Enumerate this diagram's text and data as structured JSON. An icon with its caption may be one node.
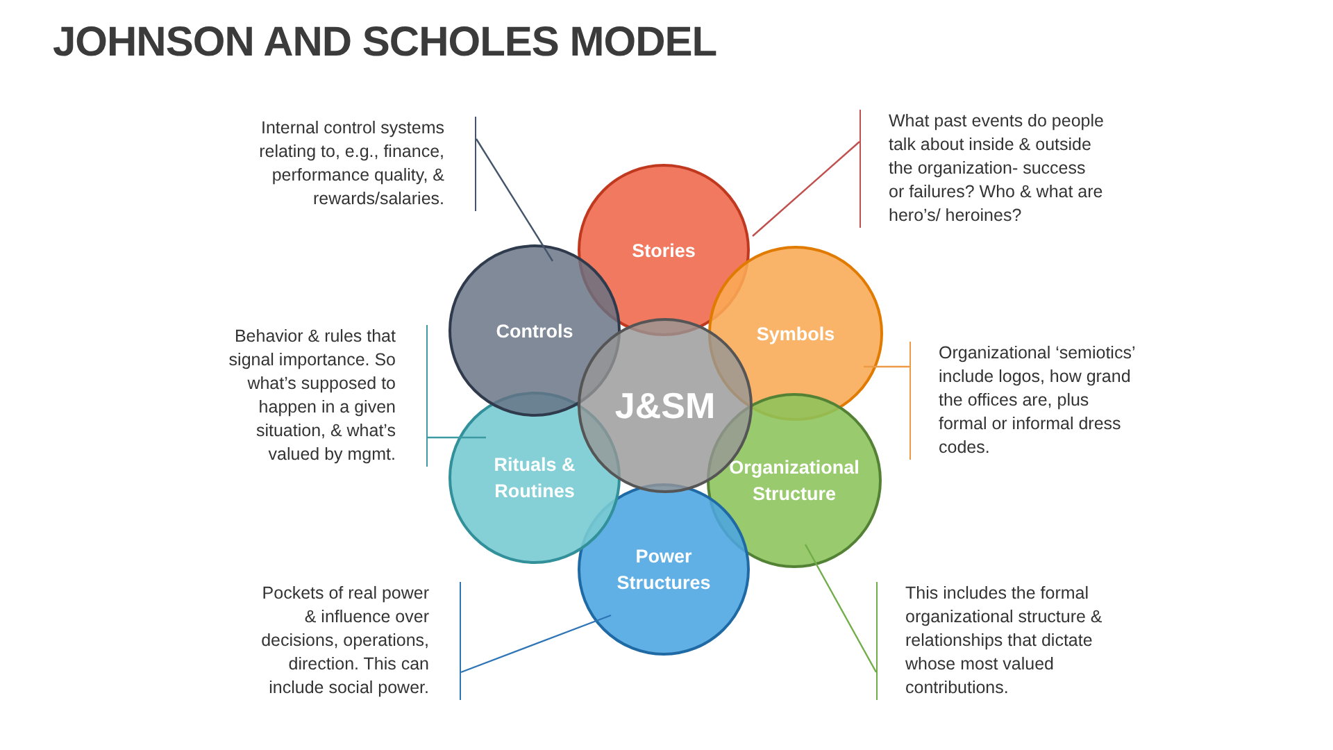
{
  "diagram": {
    "title": "JOHNSON AND SCHOLES MODEL",
    "nodes": [
      {
        "text": [
          "J&SM"
        ]
      },
      {
        "text": [
          "Stories"
        ]
      },
      {
        "text": [
          "Symbols"
        ]
      },
      {
        "text": [
          "Organizational Structure"
        ]
      },
      {
        "text": [
          "Power Structures"
        ]
      },
      {
        "text": [
          "Rituals & Routines"
        ]
      },
      {
        "text": [
          "Controls"
        ]
      },
      {
        "text": [
          "Internal control systems relating to, e.g., finance, performance quality, & rewards/salaries."
        ]
      },
      {
        "text": [
          "What past events do people talk about inside & outside the organization- success or failures? Who & what are hero’s/ heroines?"
        ]
      },
      {
        "text": [
          "Organizational ‘semiotics’ include logos, how grand the offices are, plus formal or informal dress codes."
        ]
      },
      {
        "text": [
          "Behavior & rules that signal importance. So what’s supposed to happen in a given situation, & what’s valued by mgmt."
        ]
      },
      {
        "text": [
          "Pockets of real power & influence over decisions, operations, direction. This can include social power."
        ]
      },
      {
        "text": [
          "This includes the formal organizational structure & relationships that dictate whose most valued contributions."
        ]
      }
    ],
    "edges": [
      {
        "from": 7,
        "to": 6,
        "arrow": "none",
        "color": "#44546a"
      },
      {
        "from": 8,
        "to": 1,
        "arrow": "none",
        "color": "#c0504d"
      },
      {
        "from": 9,
        "to": 2,
        "arrow": "none",
        "color": "#ed9a45"
      },
      {
        "from": 10,
        "to": 5,
        "arrow": "none",
        "color": "#3d9aa3"
      },
      {
        "from": 11,
        "to": 4,
        "arrow": "none",
        "color": "#2e75b6"
      },
      {
        "from": 12,
        "to": 3,
        "arrow": "none",
        "color": "#70ad47"
      }
    ]
  }
}
